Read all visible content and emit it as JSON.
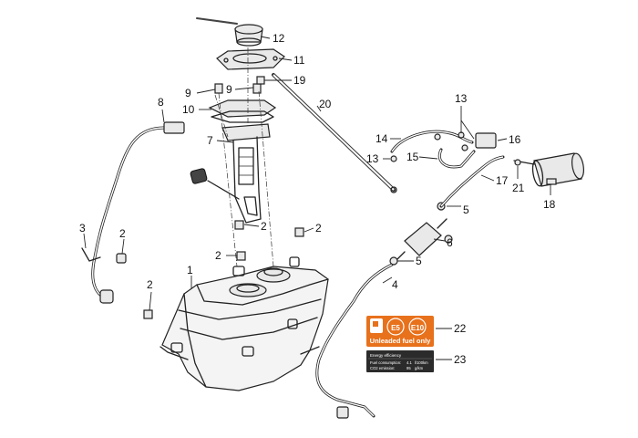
{
  "callouts": [
    "1",
    "2",
    "3",
    "4",
    "5",
    "6",
    "7",
    "8",
    "9",
    "10",
    "11",
    "12",
    "13",
    "14",
    "15",
    "16",
    "17",
    "18",
    "19",
    "20",
    "21",
    "22",
    "23"
  ],
  "fuel_label": {
    "badge_e5": "E5",
    "badge_e10": "E10",
    "text": "Unleaded fuel only",
    "bg_color": "#e8711c"
  },
  "efficiency_label": {
    "heading": "Energy efficiency",
    "row1_label": "Fuel consumption:",
    "row1_value": "4.1",
    "row1_unit": "l/100km",
    "row2_label": "CO2 emission:",
    "row2_value": "95",
    "row2_unit": "g/km",
    "bg_color": "#2b2b2b"
  }
}
